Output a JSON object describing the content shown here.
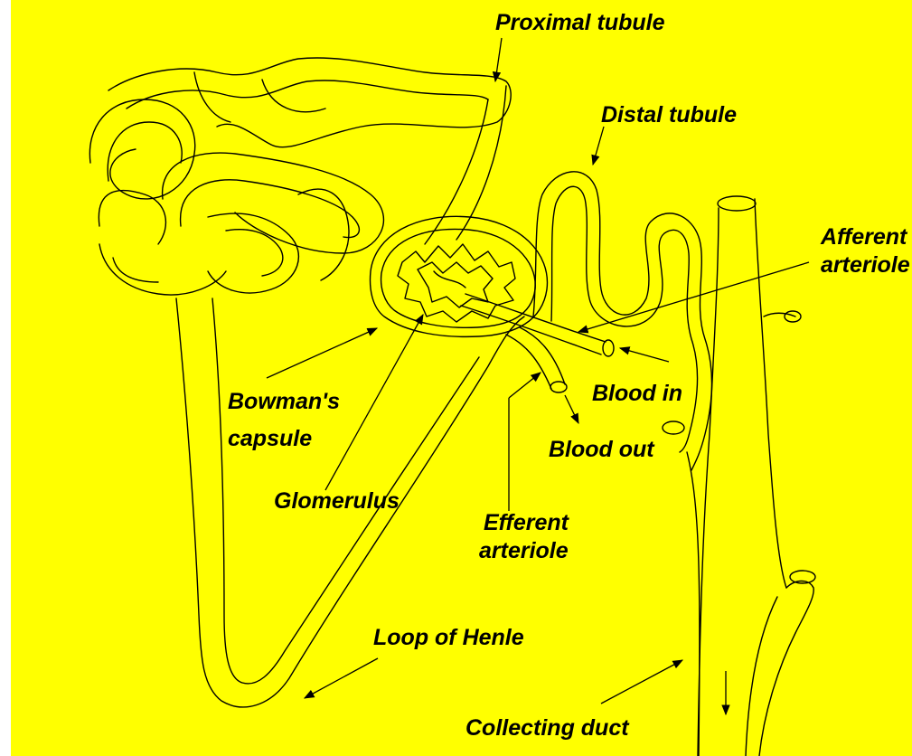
{
  "diagram": {
    "background_color": "#ffff00",
    "line_color": "#000000",
    "labels": {
      "proximal_tubule": "Proximal tubule",
      "distal_tubule": "Distal tubule",
      "afferent_line1": "Afferent",
      "afferent_line2": "arteriole",
      "bowmans_line1": "Bowman's",
      "bowmans_line2": "capsule",
      "glomerulus": "Glomerulus",
      "blood_in": "Blood in",
      "blood_out": "Blood out",
      "efferent_line1": "Efferent",
      "efferent_line2": "arteriole",
      "loop_of_henle": "Loop of Henle",
      "collecting_duct": "Collecting duct"
    }
  }
}
